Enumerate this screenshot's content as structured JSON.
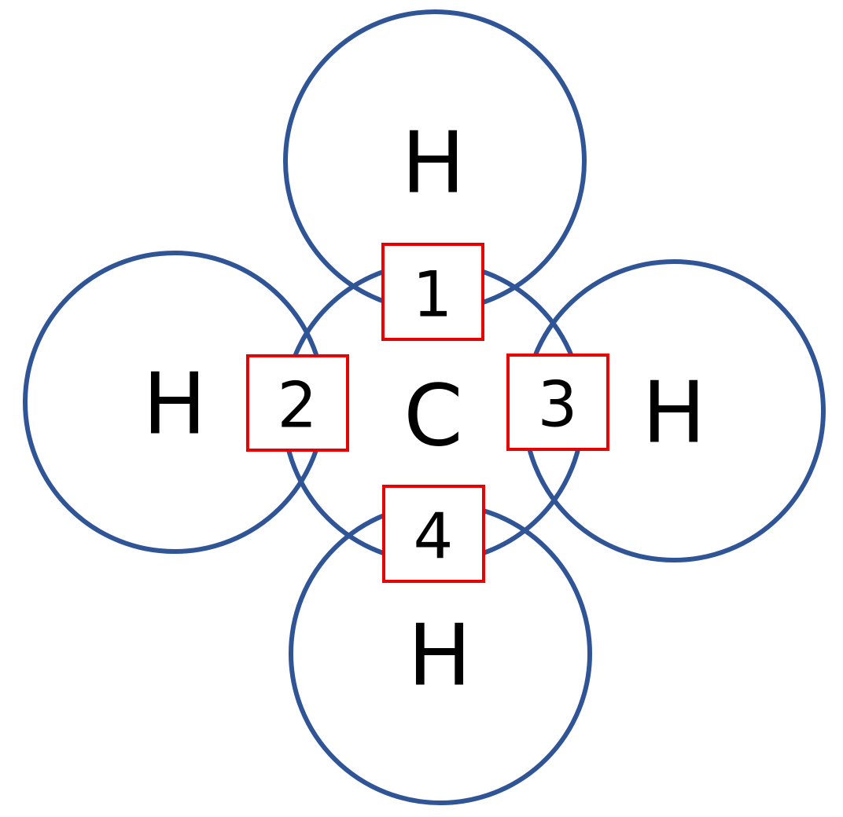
{
  "colors": {
    "ring": "#2f5597",
    "box": "#e60000",
    "text": "#000000",
    "background": "#ffffff"
  },
  "atoms": {
    "carbon": "C",
    "hydrogen_top": "H",
    "hydrogen_left": "H",
    "hydrogen_right": "H",
    "hydrogen_bottom": "H"
  },
  "slots": [
    "1",
    "2",
    "3",
    "4"
  ]
}
